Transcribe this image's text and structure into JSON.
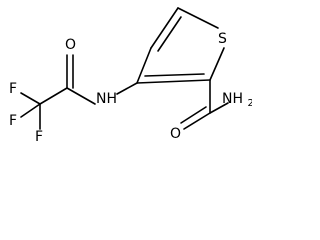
{
  "atoms": {
    "fluorine_1": "F",
    "fluorine_2": "F",
    "fluorine_3": "F",
    "carbonyl_oxygen_amide": "O",
    "amide_nitrogen": "NH",
    "thiophene_sulfur": "S",
    "carbonyl_oxygen_carboxamide": "O",
    "primary_amine": "NH2"
  },
  "atom_subscript": {
    "primary_amine_count": "2"
  }
}
